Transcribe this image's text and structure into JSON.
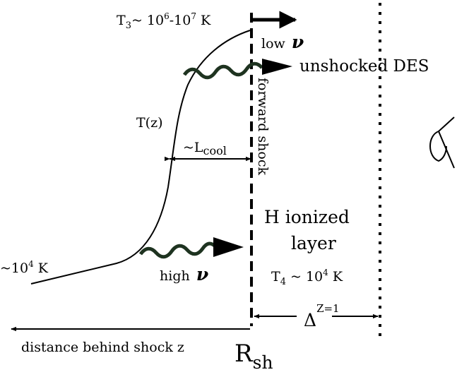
{
  "diagram": {
    "t3_label": {
      "main": "T",
      "sub": "3",
      "mid": "~ 10",
      "exp1": "6",
      "dash": "-10",
      "exp2": "7",
      "unit": " K"
    },
    "low_nu_label": {
      "word": "low",
      "symbol": "ν"
    },
    "unshocked_label": "unshocked DES",
    "forward_shock_label": "forward shock",
    "tz_label": "T(z)",
    "lcool_label": {
      "prefix": "~L",
      "sub": "cool"
    },
    "h_ionized_label": {
      "line1": "H ionized",
      "line2": "layer"
    },
    "t4_label": {
      "main": "T",
      "sub": "4",
      "mid": " ~ 10",
      "exp": "4",
      "unit": " K"
    },
    "cool_temp_label": {
      "prefix": "~10",
      "exp": "4",
      "unit": " K"
    },
    "high_nu_label": {
      "word": "high",
      "symbol": "ν"
    },
    "delta_label": {
      "symbol": "Δ",
      "sup": "Z=1"
    },
    "distance_label": "distance behind shock z",
    "rsh_label": {
      "main": "R",
      "sub": "sh"
    },
    "colors": {
      "ink": "#000000",
      "photon": "#1e3320",
      "background": "#ffffff"
    },
    "icons": [
      "eye-icon",
      "photon-wave-icon",
      "arrow-icon"
    ]
  }
}
